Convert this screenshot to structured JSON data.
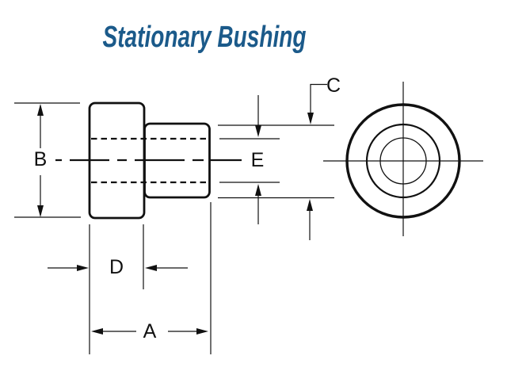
{
  "title": "Stationary Bushing",
  "colors": {
    "title_blue": "#1B5A8A",
    "line_black": "#111111",
    "background": "#FFFFFF"
  },
  "dimension_labels": {
    "A": "A",
    "B": "B",
    "C": "C",
    "D": "D",
    "E": "E"
  }
}
